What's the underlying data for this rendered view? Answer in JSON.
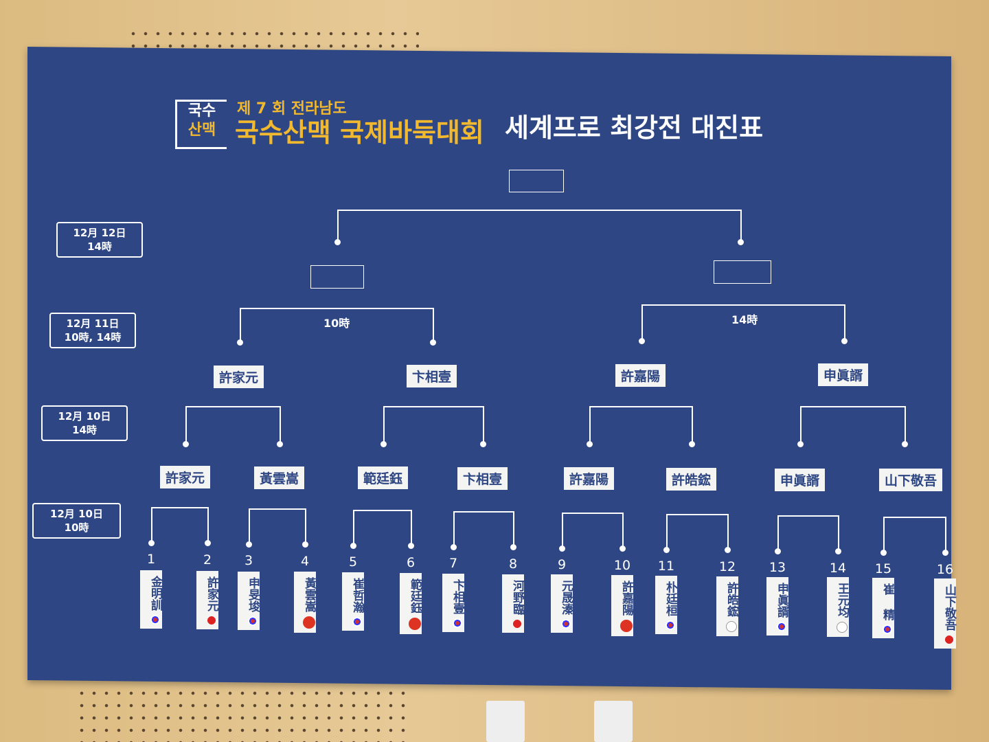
{
  "banner": {
    "logo_text": [
      "국수",
      "산맥"
    ],
    "subtitle": "제 7 회 전라남도",
    "title_main": "국수산맥 국제바둑대회",
    "title_rest": "세계프로 최강전 대진표"
  },
  "dates": [
    {
      "day": "12月 12日",
      "time": "14時"
    },
    {
      "day": "12月 11日",
      "time": "10時, 14時"
    },
    {
      "day": "12月 10日",
      "time": "14時"
    },
    {
      "day": "12月 10日",
      "time": "10時"
    }
  ],
  "round_times": {
    "semi_left": "10時",
    "semi_right": "14時"
  },
  "players": [
    {
      "seed": "1",
      "name": "金明訓",
      "flag": "korea"
    },
    {
      "seed": "2",
      "name": "許家元",
      "flag": "japan"
    },
    {
      "seed": "3",
      "name": "申旻埈",
      "flag": "korea"
    },
    {
      "seed": "4",
      "name": "黃雲嵩",
      "flag": "china"
    },
    {
      "seed": "5",
      "name": "崔哲瀚",
      "flag": "korea"
    },
    {
      "seed": "6",
      "name": "範廷鈺",
      "flag": "china"
    },
    {
      "seed": "7",
      "name": "卞相壹",
      "flag": "korea"
    },
    {
      "seed": "8",
      "name": "河野臨",
      "flag": "japan"
    },
    {
      "seed": "9",
      "name": "元晟溱",
      "flag": "korea"
    },
    {
      "seed": "10",
      "name": "許嘉陽",
      "flag": "china"
    },
    {
      "seed": "11",
      "name": "朴廷桓",
      "flag": "korea"
    },
    {
      "seed": "12",
      "name": "許皓鋐",
      "flag": "chinese-taipei"
    },
    {
      "seed": "13",
      "name": "申眞諝",
      "flag": "korea"
    },
    {
      "seed": "14",
      "name": "王元均",
      "flag": "chinese-taipei"
    },
    {
      "seed": "15",
      "name": "崔 精",
      "flag": "korea"
    },
    {
      "seed": "16",
      "name": "山下敬吾",
      "flag": "japan"
    }
  ],
  "round16_winners": [
    "許家元",
    "黃雲嵩",
    "範廷鈺",
    "卞相壹",
    "許嘉陽",
    "許皓鋐",
    "申眞諝",
    "山下敬吾"
  ],
  "quarter_winners": [
    "許家元",
    "卞相壹",
    "許嘉陽",
    "申眞諝"
  ],
  "semi_winners": [
    "",
    ""
  ],
  "champion": ""
}
